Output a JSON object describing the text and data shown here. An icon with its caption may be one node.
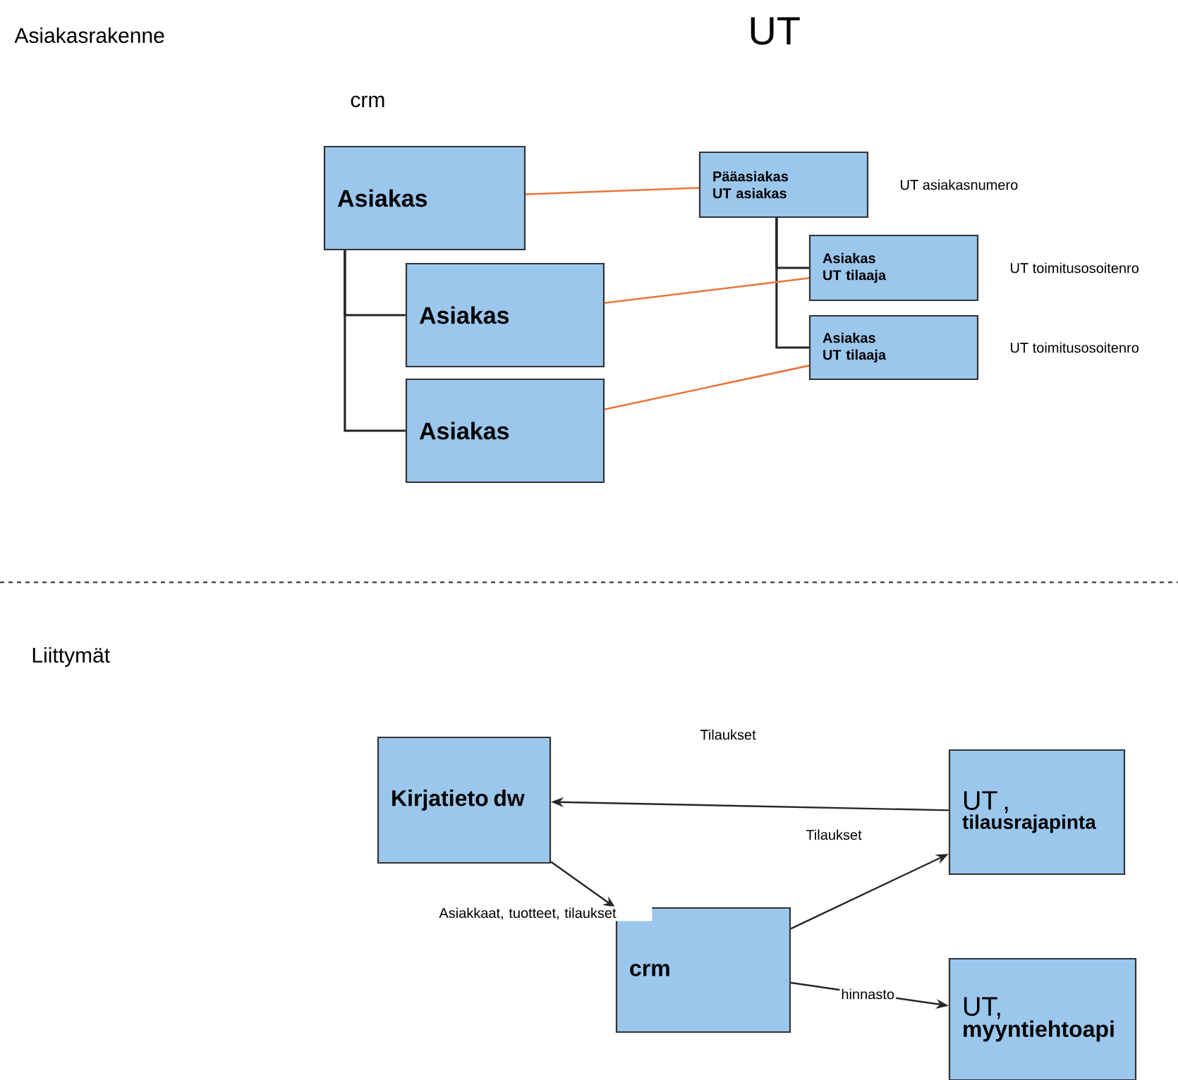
{
  "diagram": {
    "nodes": [
      {
        "text": [
          "Asiakas"
        ]
      },
      {
        "text": [
          "Asiakas"
        ]
      },
      {
        "text": [
          "Asiakas"
        ]
      },
      {
        "text": [
          "Pääasiakas",
          "UT asiakas"
        ],
        "beside": [
          "UT asiakasnumero"
        ]
      },
      {
        "text": [
          "Asiakas",
          "UT tilaaja"
        ],
        "beside": [
          "UT toimitusosoitenro"
        ]
      },
      {
        "text": [
          "Asiakas",
          "UT tilaaja"
        ],
        "beside": [
          "UT toimitusosoitenro"
        ]
      },
      {
        "text": [
          "Kirjatieto dw"
        ]
      },
      {
        "text": [
          "crm"
        ]
      },
      {
        "text": [
          "UT ,",
          "tilausrajapinta"
        ]
      },
      {
        "text": [
          "UT,",
          "myyntiehtoapi"
        ]
      }
    ],
    "edges": [
      {
        "from": 0,
        "to": 1,
        "arrow": "none"
      },
      {
        "from": 0,
        "to": 2,
        "arrow": "none"
      },
      {
        "from": 3,
        "to": 4,
        "arrow": "none"
      },
      {
        "from": 3,
        "to": 5,
        "arrow": "none"
      },
      {
        "from": 0,
        "to": 3,
        "arrow": "none",
        "color": "#e8763a"
      },
      {
        "from": 1,
        "to": 4,
        "arrow": "none",
        "color": "#e8763a"
      },
      {
        "from": 2,
        "to": 5,
        "arrow": "none",
        "color": "#e8763a"
      },
      {
        "from": 8,
        "to": 6,
        "arrow": "to",
        "label": "Tilaukset"
      },
      {
        "from": 6,
        "to": 7,
        "arrow": "to",
        "label": "Asiakkaat, tuotteet, tilaukset"
      },
      {
        "from": 7,
        "to": 8,
        "arrow": "to",
        "label": "Tilaukset"
      },
      {
        "from": 7,
        "to": 9,
        "arrow": "to",
        "label": "hinnasto"
      }
    ],
    "labels": [
      "Asiakasrakenne",
      "UT",
      "crm",
      "Liittymät"
    ]
  }
}
